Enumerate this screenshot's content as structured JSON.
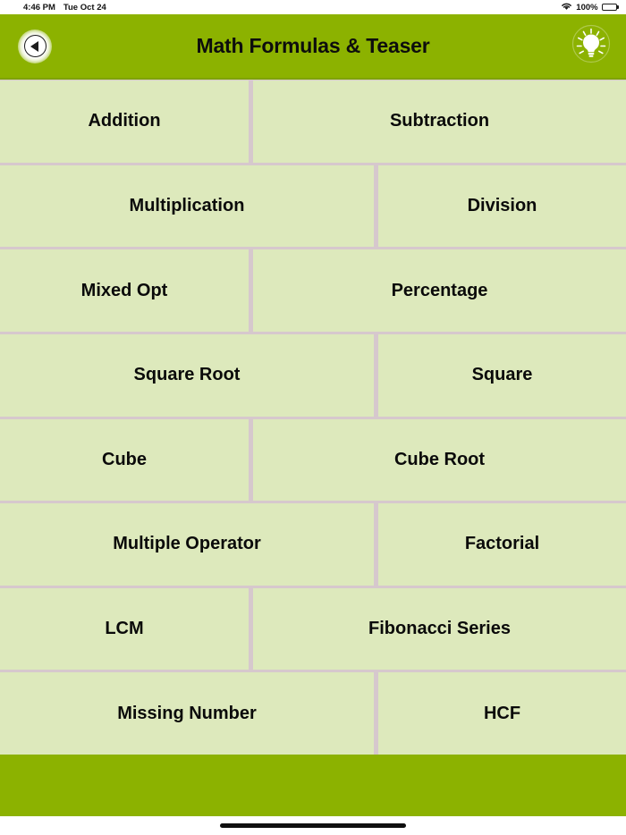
{
  "status_bar": {
    "time": "4:46 PM",
    "date": "Tue Oct 24",
    "battery_percent": "100%",
    "wifi_icon": "wifi-icon",
    "battery_icon": "battery-full-icon"
  },
  "header": {
    "title": "Math Formulas & Teaser",
    "back_icon": "back-arrow-icon",
    "hint_icon": "lightbulb-icon",
    "background_color": "#8cb200"
  },
  "colors": {
    "header_green": "#8cb200",
    "cell_green": "#dde9bc",
    "divider_mauve": "#d6c8cd",
    "text_black": "#0a0a0a"
  },
  "menu": {
    "rows": [
      {
        "left": {
          "label": "Addition",
          "width": "narrow"
        },
        "right": {
          "label": "Subtraction",
          "width": "rest"
        }
      },
      {
        "left": {
          "label": "Multiplication",
          "width": "wide"
        },
        "right": {
          "label": "Division",
          "width": "rest"
        }
      },
      {
        "left": {
          "label": "Mixed Opt",
          "width": "narrow"
        },
        "right": {
          "label": "Percentage",
          "width": "rest"
        }
      },
      {
        "left": {
          "label": "Square Root",
          "width": "wide"
        },
        "right": {
          "label": "Square",
          "width": "rest"
        }
      },
      {
        "left": {
          "label": "Cube",
          "width": "narrow"
        },
        "right": {
          "label": "Cube Root",
          "width": "rest"
        }
      },
      {
        "left": {
          "label": "Multiple Operator",
          "width": "wide"
        },
        "right": {
          "label": "Factorial",
          "width": "rest"
        }
      },
      {
        "left": {
          "label": "LCM",
          "width": "narrow"
        },
        "right": {
          "label": "Fibonacci Series",
          "width": "rest"
        }
      },
      {
        "left": {
          "label": "Missing Number",
          "width": "wide"
        },
        "right": {
          "label": "HCF",
          "width": "rest"
        }
      }
    ]
  },
  "footer": {
    "home_indicator": "home-indicator"
  }
}
